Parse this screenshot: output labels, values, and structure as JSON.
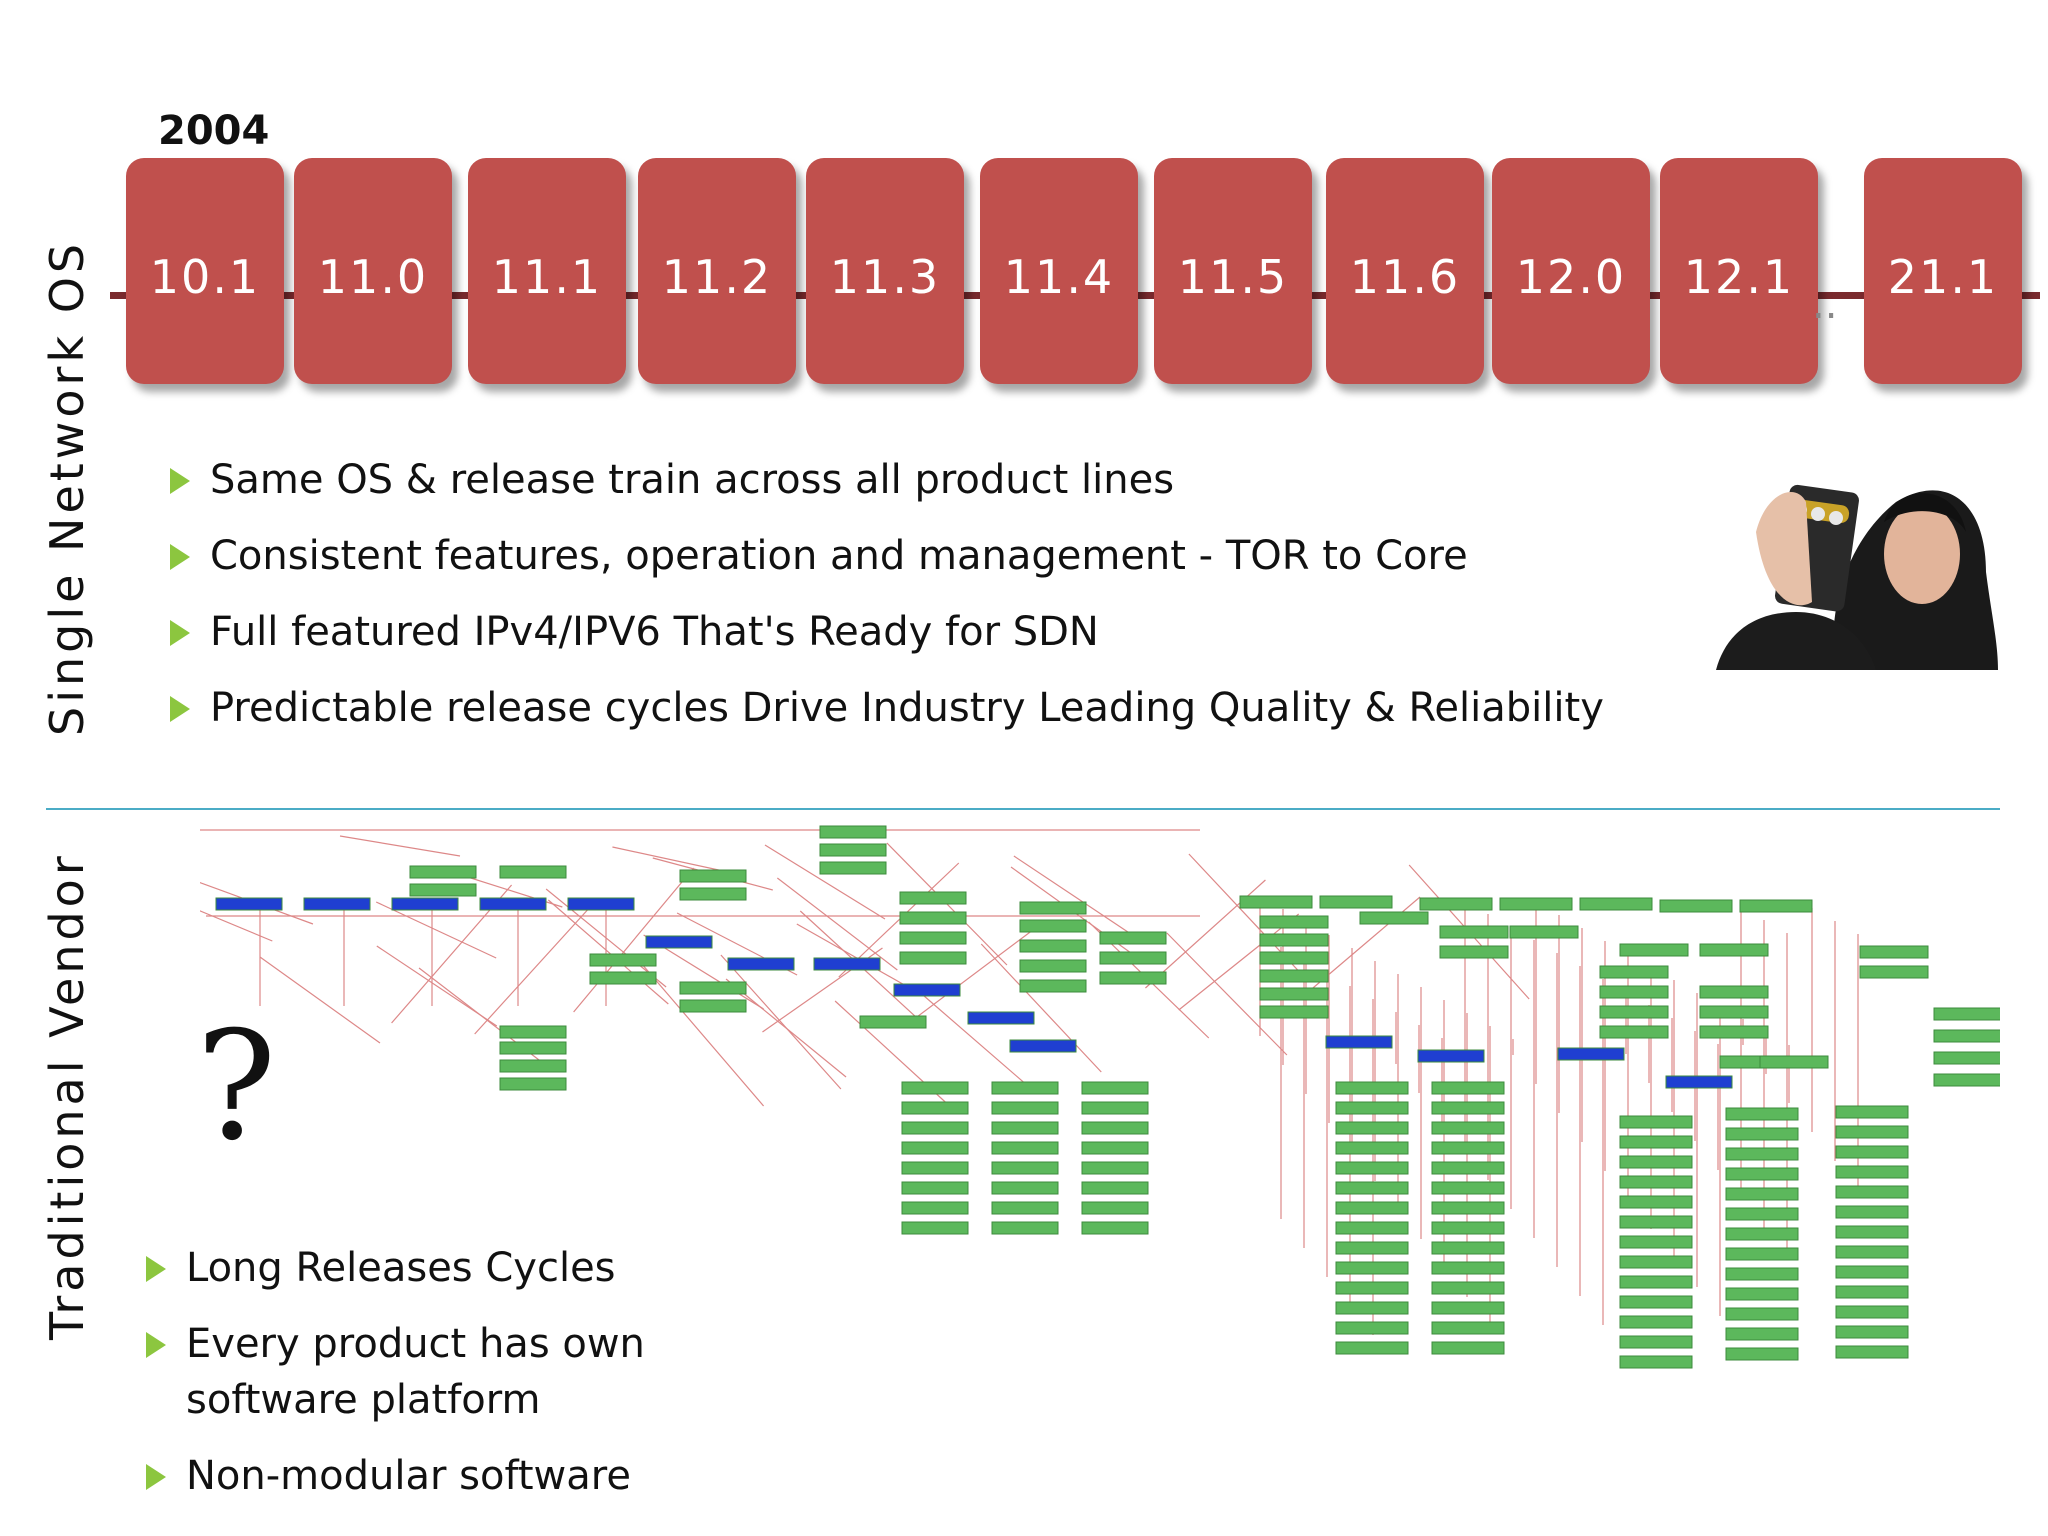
{
  "sections": {
    "top_label": "Single Network OS",
    "bottom_label": "Traditional Vendor"
  },
  "timeline": {
    "year": "2004",
    "releases": [
      "10.1",
      "11.0",
      "11.1",
      "11.2",
      "11.3",
      "11.4",
      "11.5",
      "11.6",
      "12.0",
      "12.1",
      "21.1"
    ],
    "ellipsis": "..",
    "box_color": "#c0504d"
  },
  "top_bullets": [
    "Same OS & release train across all product lines",
    "Consistent features, operation and management - TOR to Core",
    "Full featured IPv4/IPV6 That's Ready for SDN",
    "Predictable release cycles Drive Industry Leading Quality & Reliability"
  ],
  "question_mark": "?",
  "bottom_bullets": [
    "Long Releases Cycles",
    "Every product has own software platform",
    "Non-modular software"
  ],
  "colors": {
    "bullet": "#8cc63f",
    "divider": "#4bacc6",
    "node_green": "#5cb85c",
    "node_blue": "#1f3fd1"
  },
  "icons": [
    "bullet-triangle-icon",
    "person-holding-card-photo"
  ]
}
